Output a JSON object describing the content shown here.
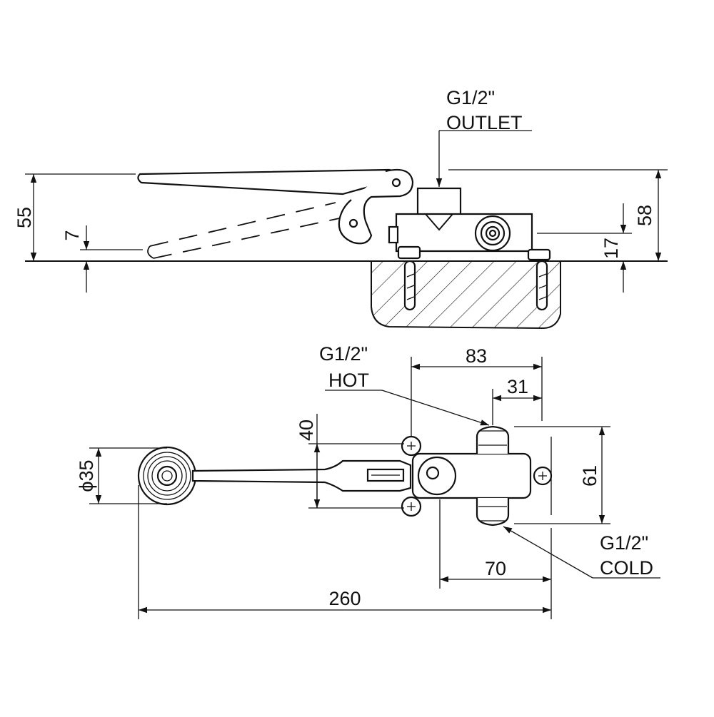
{
  "side_view": {
    "outlet_label_line1": "G1/2\"",
    "outlet_label_line2": "OUTLET",
    "dim_total_height_left": "55",
    "dim_pedal_lift": "7",
    "dim_body_height_right": "58",
    "dim_port_center_height": "17"
  },
  "top_view": {
    "hot_label_line1": "G1/2\"",
    "hot_label_line2": "HOT",
    "cold_label_line1": "G1/2\"",
    "cold_label_line2": "COLD",
    "dim_83": "83",
    "dim_31": "31",
    "dim_40": "40",
    "dim_61": "61",
    "dim_70": "70",
    "dim_260": "260",
    "dim_pedal_diameter": "ϕ35"
  },
  "colors": {
    "line": "#111111",
    "background": "#ffffff"
  }
}
